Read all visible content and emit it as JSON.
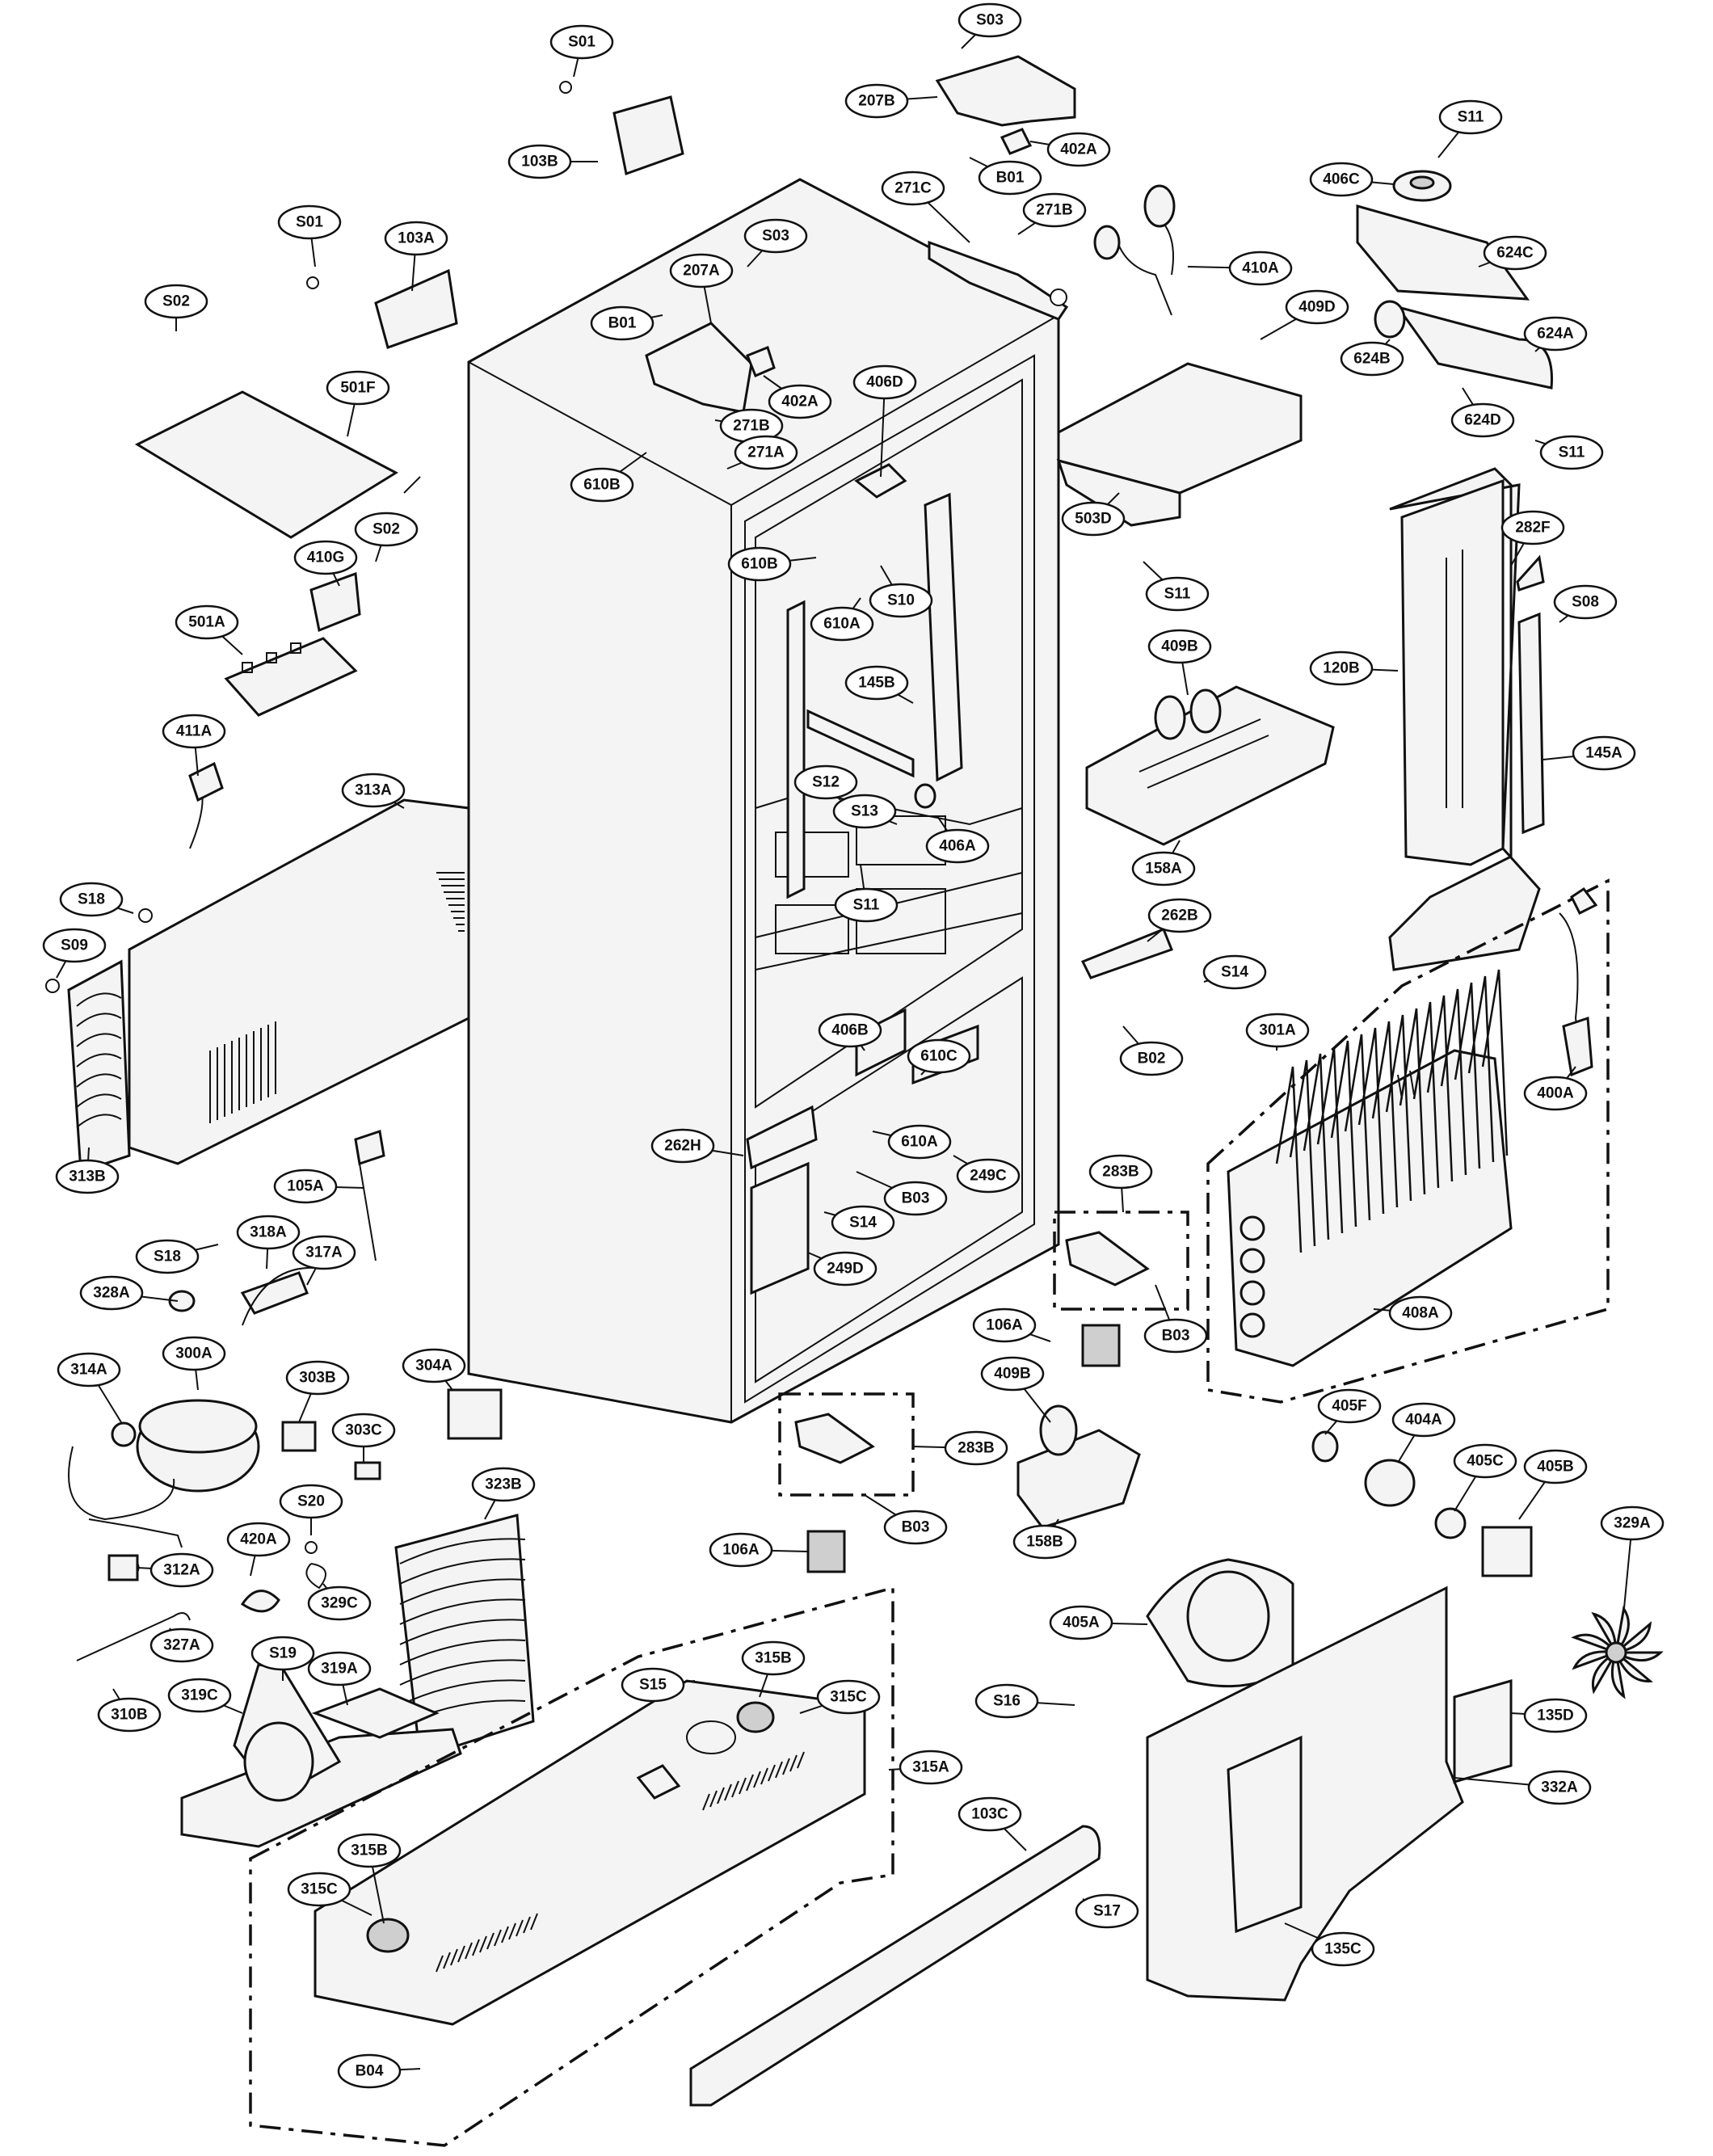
{
  "callouts": [
    {
      "id": "S01a",
      "label": "S01"
    },
    {
      "id": "103B",
      "label": "103B"
    },
    {
      "id": "S03a",
      "label": "S03"
    },
    {
      "id": "207B",
      "label": "207B"
    },
    {
      "id": "402Aa",
      "label": "402A"
    },
    {
      "id": "B01a",
      "label": "B01"
    },
    {
      "id": "S11a",
      "label": "S11"
    },
    {
      "id": "406C",
      "label": "406C"
    },
    {
      "id": "624C",
      "label": "624C"
    },
    {
      "id": "624B",
      "label": "624B"
    },
    {
      "id": "624A",
      "label": "624A"
    },
    {
      "id": "624D",
      "label": "624D"
    },
    {
      "id": "S11b",
      "label": "S11"
    },
    {
      "id": "271C",
      "label": "271C"
    },
    {
      "id": "271Ba",
      "label": "271B"
    },
    {
      "id": "410A",
      "label": "410A"
    },
    {
      "id": "409D",
      "label": "409D"
    },
    {
      "id": "S01b",
      "label": "S01"
    },
    {
      "id": "103A",
      "label": "103A"
    },
    {
      "id": "S03b",
      "label": "S03"
    },
    {
      "id": "207A",
      "label": "207A"
    },
    {
      "id": "B01b",
      "label": "B01"
    },
    {
      "id": "S02a",
      "label": "S02"
    },
    {
      "id": "501F",
      "label": "501F"
    },
    {
      "id": "402Ab",
      "label": "402A"
    },
    {
      "id": "406D",
      "label": "406D"
    },
    {
      "id": "271Bb",
      "label": "271B"
    },
    {
      "id": "271A",
      "label": "271A"
    },
    {
      "id": "610Ba",
      "label": "610B"
    },
    {
      "id": "503D",
      "label": "503D"
    },
    {
      "id": "S11c",
      "label": "S11"
    },
    {
      "id": "282F",
      "label": "282F"
    },
    {
      "id": "S02b",
      "label": "S02"
    },
    {
      "id": "410G",
      "label": "410G"
    },
    {
      "id": "610Bb",
      "label": "610B"
    },
    {
      "id": "S10",
      "label": "S10"
    },
    {
      "id": "610Aa",
      "label": "610A"
    },
    {
      "id": "S08",
      "label": "S08"
    },
    {
      "id": "501A",
      "label": "501A"
    },
    {
      "id": "409Ba",
      "label": "409B"
    },
    {
      "id": "120B",
      "label": "120B"
    },
    {
      "id": "145B",
      "label": "145B"
    },
    {
      "id": "411A",
      "label": "411A"
    },
    {
      "id": "145A",
      "label": "145A"
    },
    {
      "id": "S12",
      "label": "S12"
    },
    {
      "id": "313A",
      "label": "313A"
    },
    {
      "id": "S13",
      "label": "S13"
    },
    {
      "id": "406A",
      "label": "406A"
    },
    {
      "id": "158A",
      "label": "158A"
    },
    {
      "id": "S11d",
      "label": "S11"
    },
    {
      "id": "S18a",
      "label": "S18"
    },
    {
      "id": "262B",
      "label": "262B"
    },
    {
      "id": "S09",
      "label": "S09"
    },
    {
      "id": "S14a",
      "label": "S14"
    },
    {
      "id": "301A",
      "label": "301A"
    },
    {
      "id": "406B",
      "label": "406B"
    },
    {
      "id": "B02",
      "label": "B02"
    },
    {
      "id": "610C",
      "label": "610C"
    },
    {
      "id": "400A",
      "label": "400A"
    },
    {
      "id": "262H",
      "label": "262H"
    },
    {
      "id": "610Ab",
      "label": "610A"
    },
    {
      "id": "249C",
      "label": "249C"
    },
    {
      "id": "313B",
      "label": "313B"
    },
    {
      "id": "B03a",
      "label": "B03"
    },
    {
      "id": "283Ba",
      "label": "283B"
    },
    {
      "id": "105A",
      "label": "105A"
    },
    {
      "id": "S14b",
      "label": "S14"
    },
    {
      "id": "318A",
      "label": "318A"
    },
    {
      "id": "S18b",
      "label": "S18"
    },
    {
      "id": "317A",
      "label": "317A"
    },
    {
      "id": "249D",
      "label": "249D"
    },
    {
      "id": "328A",
      "label": "328A"
    },
    {
      "id": "B03b",
      "label": "B03"
    },
    {
      "id": "408A",
      "label": "408A"
    },
    {
      "id": "106Aa",
      "label": "106A"
    },
    {
      "id": "304A",
      "label": "304A"
    },
    {
      "id": "314A",
      "label": "314A"
    },
    {
      "id": "300A",
      "label": "300A"
    },
    {
      "id": "409Bb",
      "label": "409B"
    },
    {
      "id": "303B",
      "label": "303B"
    },
    {
      "id": "283Bb",
      "label": "283B"
    },
    {
      "id": "405F",
      "label": "405F"
    },
    {
      "id": "404A",
      "label": "404A"
    },
    {
      "id": "303C",
      "label": "303C"
    },
    {
      "id": "323B",
      "label": "323B"
    },
    {
      "id": "405C",
      "label": "405C"
    },
    {
      "id": "405B",
      "label": "405B"
    },
    {
      "id": "S20",
      "label": "S20"
    },
    {
      "id": "B03c",
      "label": "B03"
    },
    {
      "id": "158B",
      "label": "158B"
    },
    {
      "id": "329A",
      "label": "329A"
    },
    {
      "id": "420A",
      "label": "420A"
    },
    {
      "id": "106Ab",
      "label": "106A"
    },
    {
      "id": "312A",
      "label": "312A"
    },
    {
      "id": "329C",
      "label": "329C"
    },
    {
      "id": "405A",
      "label": "405A"
    },
    {
      "id": "327A",
      "label": "327A"
    },
    {
      "id": "S19",
      "label": "S19"
    },
    {
      "id": "315B",
      "label": "315B"
    },
    {
      "id": "319A",
      "label": "319A"
    },
    {
      "id": "S15",
      "label": "S15"
    },
    {
      "id": "315C",
      "label": "315C"
    },
    {
      "id": "319C",
      "label": "319C"
    },
    {
      "id": "310B",
      "label": "310B"
    },
    {
      "id": "S16",
      "label": "S16"
    },
    {
      "id": "135D",
      "label": "135D"
    },
    {
      "id": "315A",
      "label": "315A"
    },
    {
      "id": "332A",
      "label": "332A"
    },
    {
      "id": "103C",
      "label": "103C"
    },
    {
      "id": "315Bb",
      "label": "315B"
    },
    {
      "id": "315Cb",
      "label": "315C"
    },
    {
      "id": "S17",
      "label": "S17"
    },
    {
      "id": "135C",
      "label": "135C"
    },
    {
      "id": "B04",
      "label": "B04"
    }
  ]
}
